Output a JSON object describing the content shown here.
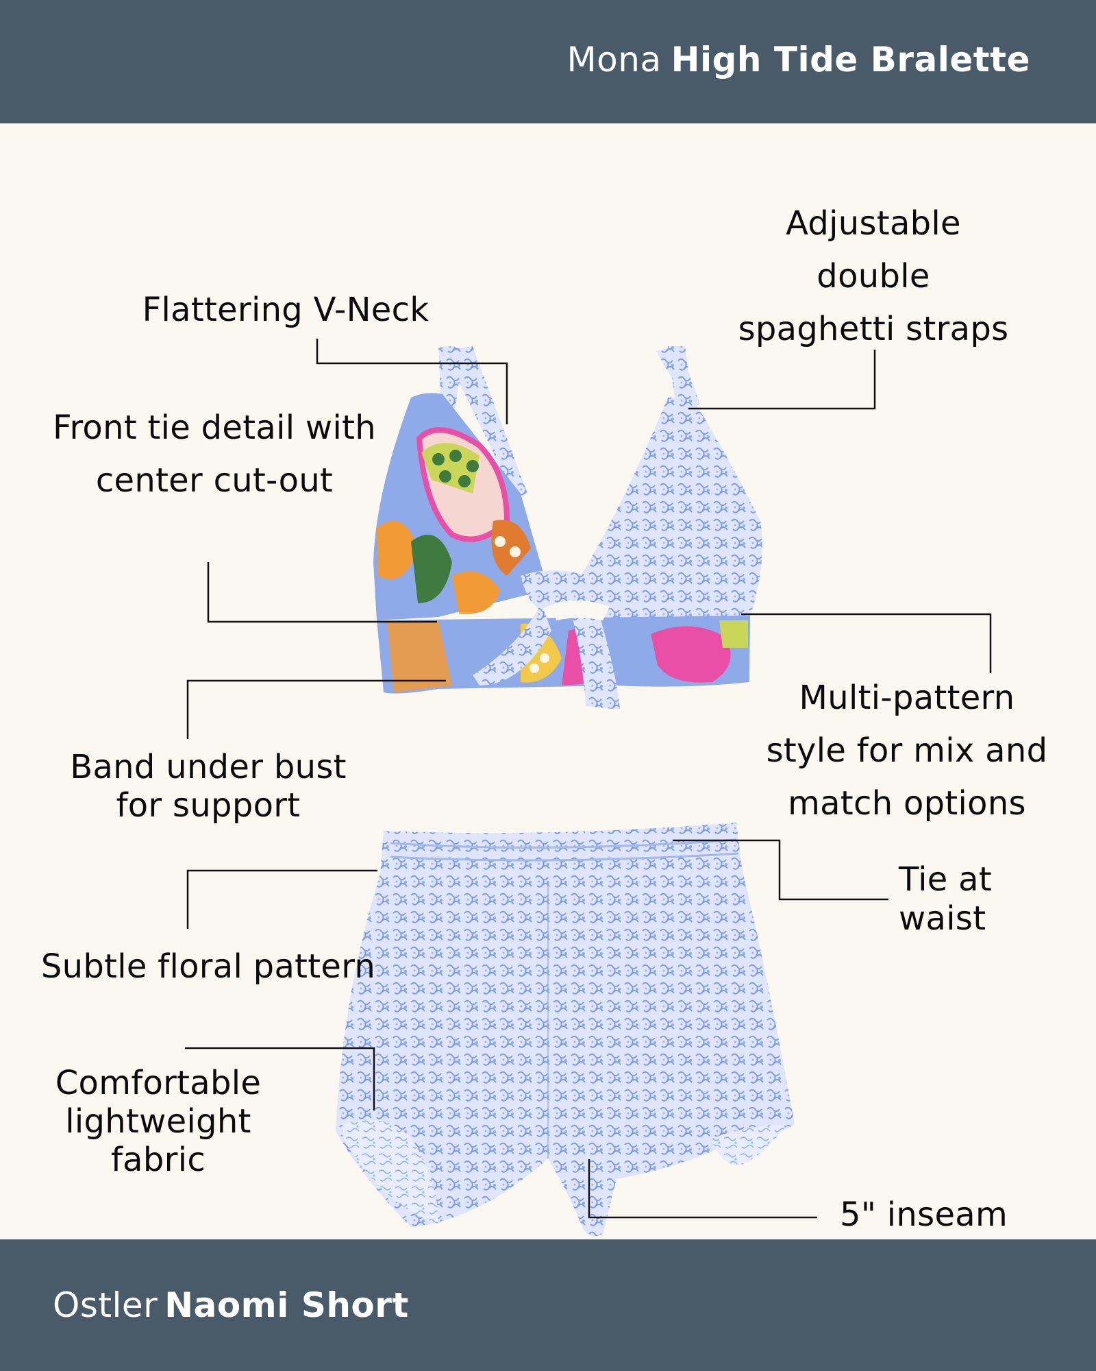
{
  "header": {
    "brand_name": "Mona",
    "product_name": "High Tide Bralette",
    "background_color": "#495a68"
  },
  "footer": {
    "brand_name": "Ostler",
    "product_name": "Naomi Short",
    "background_color": "#495a68"
  },
  "page": {
    "background_color": "#faf8f1"
  },
  "images": {
    "bralette": {
      "description": "Multi-pattern bralette: tropical floral left cup and band, blue ditsy floral right cup and front tie"
    },
    "shorts": {
      "description": "Blue ditsy floral high-waisted shorts with elastic waistband"
    }
  },
  "bralette_callouts": [
    {
      "id": "v-neck",
      "lines": [
        "Flattering V-Neck"
      ]
    },
    {
      "id": "straps",
      "lines": [
        "Adjustable",
        "double",
        "spaghetti straps"
      ]
    },
    {
      "id": "front-tie",
      "lines": [
        "Front tie detail with",
        "center cut-out"
      ]
    },
    {
      "id": "band",
      "lines": [
        "Band under bust",
        "for support"
      ]
    },
    {
      "id": "multi-pattern",
      "lines": [
        "Multi-pattern",
        "style for mix and",
        "match options"
      ]
    }
  ],
  "shorts_callouts": [
    {
      "id": "tie-waist",
      "lines": [
        "Tie at",
        "waist"
      ]
    },
    {
      "id": "floral",
      "lines": [
        "Subtle floral pattern"
      ]
    },
    {
      "id": "fabric",
      "lines": [
        "Comfortable",
        "lightweight",
        "fabric"
      ]
    },
    {
      "id": "inseam",
      "lines": [
        "5\" inseam"
      ]
    }
  ],
  "colors": {
    "leader_line": "#111111",
    "label_text": "#0b0b0b",
    "header_text": "#ffffff",
    "floral_blue": "#8aa6e6",
    "floral_pink": "#ea4fa7",
    "floral_orange": "#f29a36",
    "floral_green": "#3f7a3f"
  }
}
